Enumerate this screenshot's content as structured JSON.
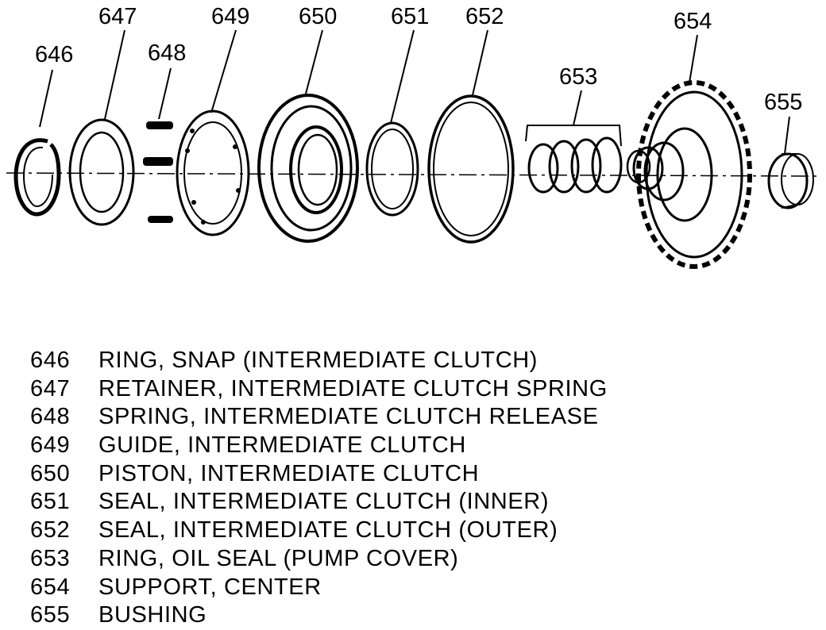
{
  "callouts": [
    {
      "id": "646",
      "label": "646"
    },
    {
      "id": "647",
      "label": "647"
    },
    {
      "id": "648",
      "label": "648"
    },
    {
      "id": "649",
      "label": "649"
    },
    {
      "id": "650",
      "label": "650"
    },
    {
      "id": "651",
      "label": "651"
    },
    {
      "id": "652",
      "label": "652"
    },
    {
      "id": "653",
      "label": "653"
    },
    {
      "id": "654",
      "label": "654"
    },
    {
      "id": "655",
      "label": "655"
    }
  ],
  "legend": [
    {
      "num": "646",
      "desc": "RING, SNAP (INTERMEDIATE CLUTCH)"
    },
    {
      "num": "647",
      "desc": "RETAINER, INTERMEDIATE CLUTCH SPRING"
    },
    {
      "num": "648",
      "desc": "SPRING, INTERMEDIATE CLUTCH RELEASE"
    },
    {
      "num": "649",
      "desc": "GUIDE, INTERMEDIATE CLUTCH"
    },
    {
      "num": "650",
      "desc": "PISTON, INTERMEDIATE CLUTCH"
    },
    {
      "num": "651",
      "desc": "SEAL, INTERMEDIATE CLUTCH (INNER)"
    },
    {
      "num": "652",
      "desc": "SEAL, INTERMEDIATE CLUTCH (OUTER)"
    },
    {
      "num": "653",
      "desc": "RING, OIL SEAL (PUMP COVER)"
    },
    {
      "num": "654",
      "desc": "SUPPORT, CENTER"
    },
    {
      "num": "655",
      "desc": "BUSHING"
    }
  ]
}
